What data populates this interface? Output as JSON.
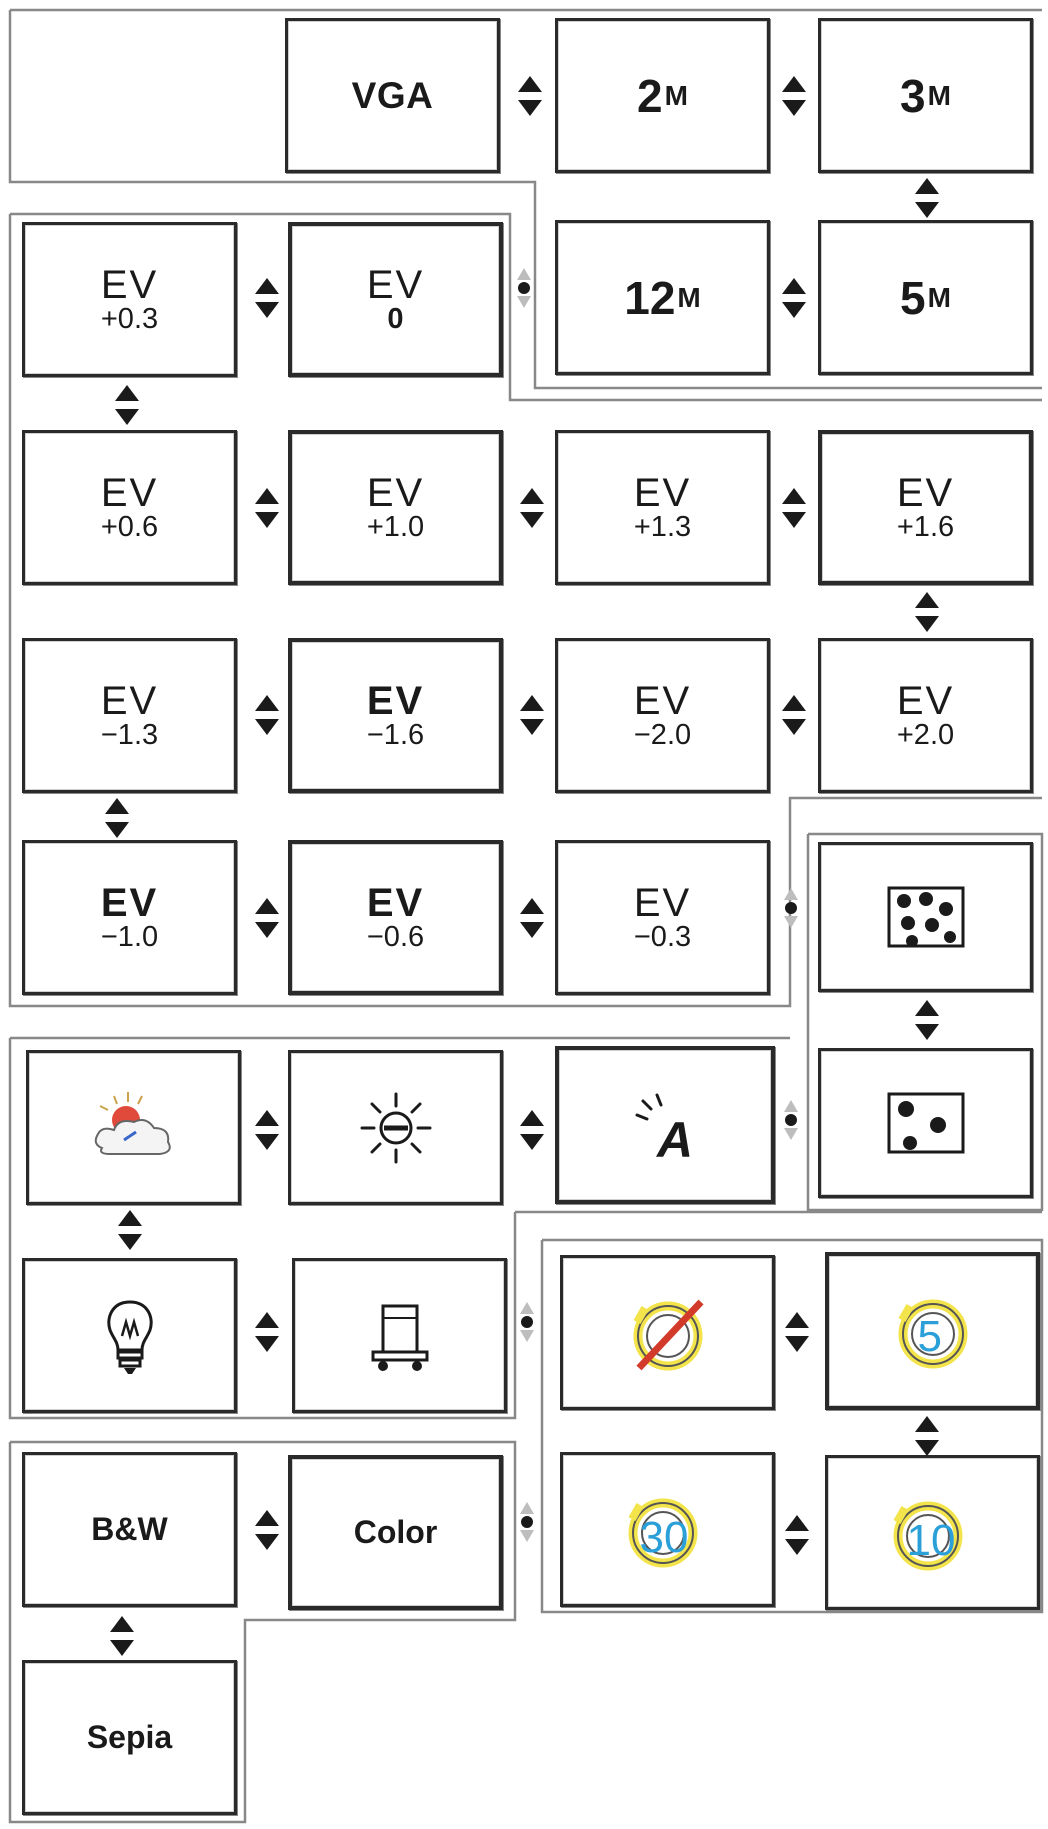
{
  "resolution": {
    "options": [
      {
        "id": "vga",
        "num": "VGA",
        "unit": ""
      },
      {
        "id": "2m",
        "num": "2",
        "unit": "M"
      },
      {
        "id": "3m",
        "num": "3",
        "unit": "M"
      },
      {
        "id": "5m",
        "num": "5",
        "unit": "M"
      },
      {
        "id": "12m",
        "num": "12",
        "unit": "M"
      }
    ]
  },
  "exposure": {
    "items": [
      {
        "top": "EV",
        "value": "+0.3"
      },
      {
        "top": "EV",
        "value": "0"
      },
      {
        "top": "EV",
        "value": "+0.6"
      },
      {
        "top": "EV",
        "value": "+1.0"
      },
      {
        "top": "EV",
        "value": "+1.3"
      },
      {
        "top": "EV",
        "value": "+1.6"
      },
      {
        "top": "EV",
        "value": "−1.3"
      },
      {
        "top": "EV",
        "value": "−1.6"
      },
      {
        "top": "EV",
        "value": "−2.0"
      },
      {
        "top": "EV",
        "value": "+2.0"
      },
      {
        "top": "EV",
        "value": "−1.0"
      },
      {
        "top": "EV",
        "value": "−0.6"
      },
      {
        "top": "EV",
        "value": "−0.3"
      }
    ]
  },
  "quality": {
    "options": [
      {
        "icon": "fine-quality-icon"
      },
      {
        "icon": "normal-quality-icon"
      }
    ]
  },
  "white_balance": {
    "options": [
      {
        "icon": "cloudy-icon"
      },
      {
        "icon": "daylight-icon"
      },
      {
        "icon": "auto-white-balance-icon"
      },
      {
        "icon": "tungsten-icon"
      },
      {
        "icon": "fluorescent-icon"
      }
    ],
    "auto_letter": "A"
  },
  "self_timer": {
    "options": [
      {
        "icon": "timer-off-icon",
        "label": ""
      },
      {
        "icon": "timer-5-icon",
        "label": "5"
      },
      {
        "icon": "timer-30-icon",
        "label": "30"
      },
      {
        "icon": "timer-10-icon",
        "label": "10"
      }
    ],
    "number_color": "#2a9fd8",
    "ring_color": "#f2e44a"
  },
  "color_mode": {
    "options": [
      "B&W",
      "Color",
      "Sepia"
    ]
  },
  "colors": {
    "border": "#2a2a2a",
    "connector": "#888888",
    "arrow": "#1a1a1a",
    "arrow_faded": "#bdbdbd",
    "timer_off_slash": "#d23a2a"
  }
}
